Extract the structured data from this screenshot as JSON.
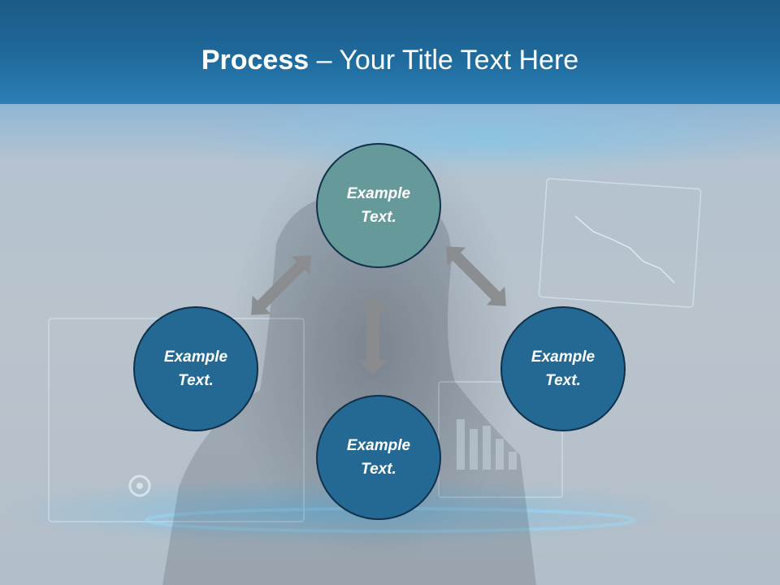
{
  "title": {
    "bold": "Process",
    "rest": " – Your Title Text Here"
  },
  "nodes": {
    "top": {
      "line1": "Example",
      "line2": "Text."
    },
    "left": {
      "line1": "Example",
      "line2": "Text."
    },
    "right": {
      "line1": "Example",
      "line2": "Text."
    },
    "bottom": {
      "line1": "Example",
      "line2": "Text."
    }
  },
  "colors": {
    "header": "#1f6a9c",
    "node_blue": "#246894",
    "node_teal": "#66999a",
    "arrow": "#8a8c8e"
  }
}
